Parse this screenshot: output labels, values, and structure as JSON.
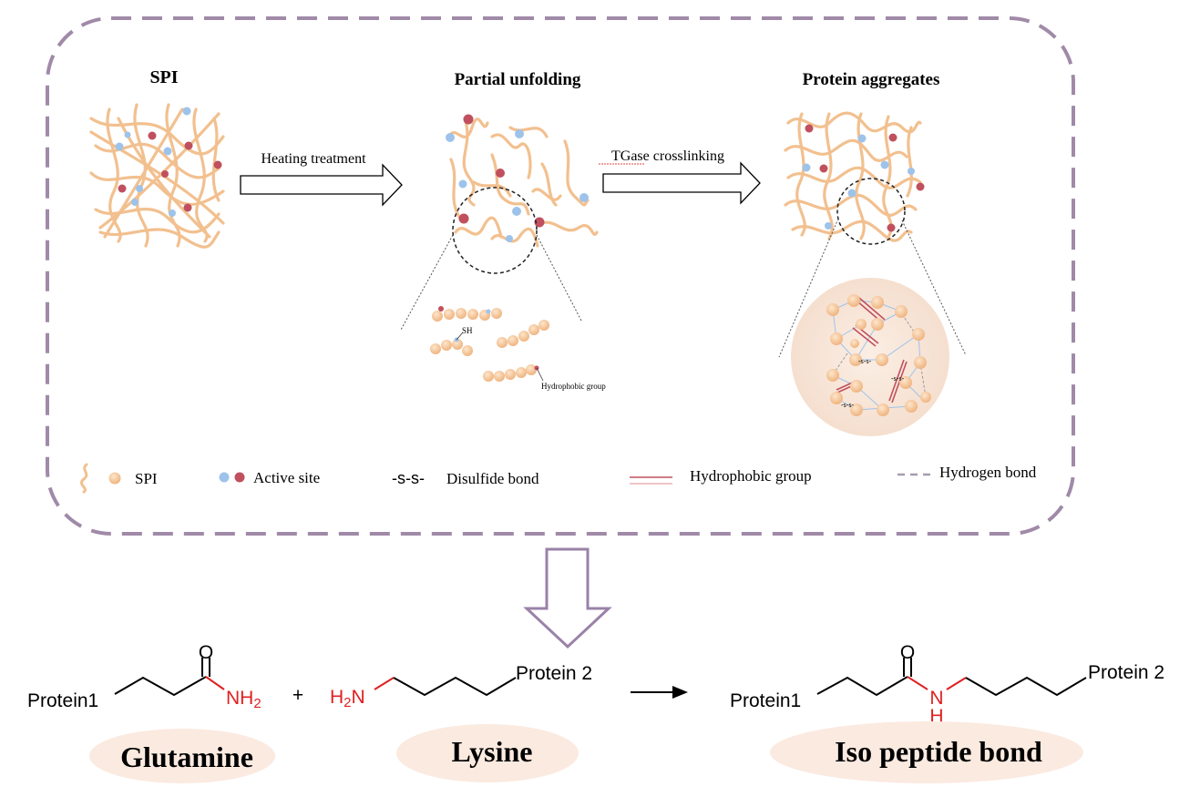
{
  "stages": {
    "spi": "SPI",
    "partial_unfolding": "Partial unfolding",
    "protein_aggregates": "Protein aggregates"
  },
  "arrows": {
    "heating": "Heating treatment",
    "tgase": "TGase crosslinking"
  },
  "inset_labels": {
    "sh": "SH",
    "hydrophobic": "Hydrophobic group",
    "ss": "-s-s-"
  },
  "legend": {
    "spi": "SPI",
    "active_site": "Active site",
    "disulfide_symbol": "-s-s-",
    "disulfide": "Disulfide bond",
    "hydrophobic": "Hydrophobic group",
    "hydrogen": "Hydrogen bond"
  },
  "reaction": {
    "protein1": "Protein1",
    "protein2": "Protein 2",
    "nh2": "NH",
    "nh2_sub": "2",
    "h2n_h": "H",
    "h2n_sub": "2",
    "h2n_n": "N",
    "oxygen": "O",
    "plus": "+",
    "n": "N",
    "h": "H"
  },
  "names": {
    "glutamine": "Glutamine",
    "lysine": "Lysine",
    "isopeptide": "Iso peptide bond"
  },
  "colors": {
    "fiber": "#f2c08f",
    "bead": "#f5c08c",
    "blue_site": "#9ec3ea",
    "red_site": "#c0505e",
    "frame": "#a08aa8",
    "reaction_red": "#e02020"
  }
}
